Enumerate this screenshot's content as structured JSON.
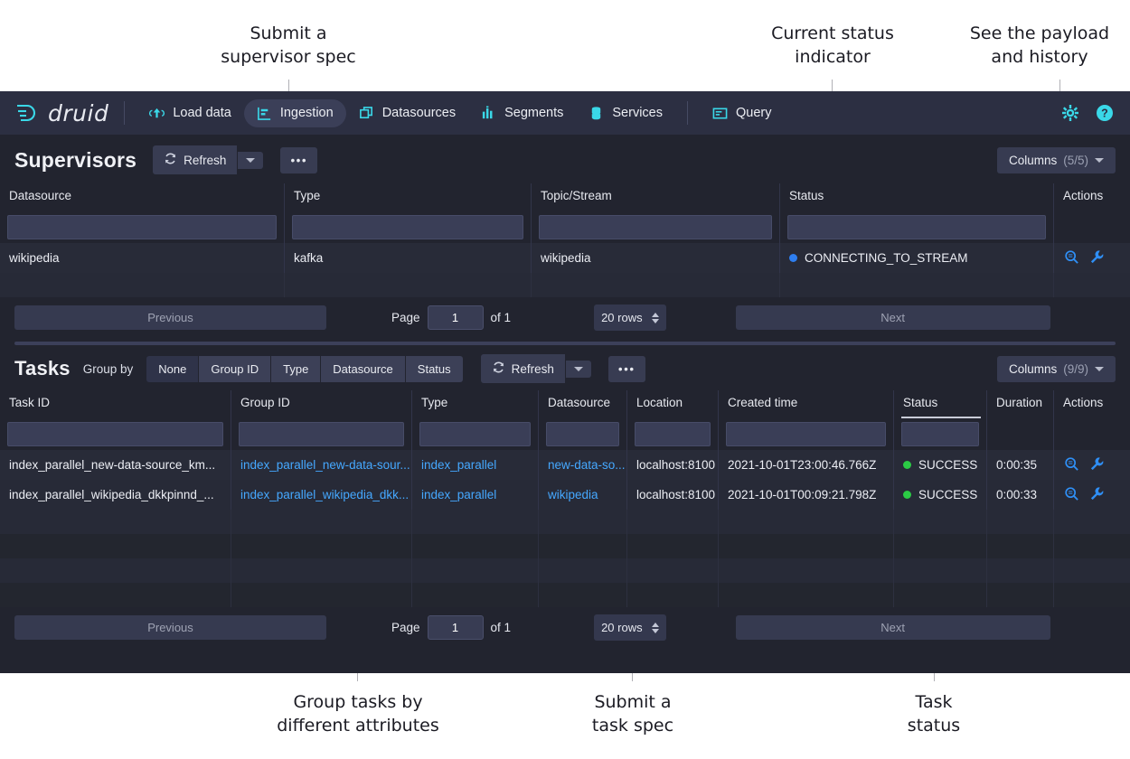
{
  "annotations": [
    {
      "id": "submit-supervisor-spec",
      "text": "Submit a\nsupervisor spec"
    },
    {
      "id": "current-status-indicator",
      "text": "Current status\nindicator"
    },
    {
      "id": "see-payload-history",
      "text": "See the payload\nand history"
    },
    {
      "id": "group-tasks",
      "text": "Group tasks by\ndifferent attributes"
    },
    {
      "id": "submit-task-spec",
      "text": "Submit a\ntask spec"
    },
    {
      "id": "task-status",
      "text": "Task\nstatus"
    }
  ],
  "navbar": {
    "brand": "druid",
    "items": [
      {
        "label": "Load data",
        "icon": "upload-cloud-icon",
        "active": false
      },
      {
        "label": "Ingestion",
        "icon": "ingestion-icon",
        "active": true
      },
      {
        "label": "Datasources",
        "icon": "datasources-icon",
        "active": false
      },
      {
        "label": "Segments",
        "icon": "segments-icon",
        "active": false
      },
      {
        "label": "Services",
        "icon": "services-icon",
        "active": false
      },
      {
        "label": "Query",
        "icon": "query-icon",
        "active": false
      }
    ],
    "settings_icon": "gear-icon",
    "help_icon": "help-icon"
  },
  "supervisors": {
    "title": "Supervisors",
    "refresh_label": "Refresh",
    "more_label": "•••",
    "columns_label": "Columns",
    "columns_count": "(5/5)",
    "headers": [
      "Datasource",
      "Type",
      "Topic/Stream",
      "Status",
      "Actions"
    ],
    "rows": [
      {
        "datasource": "wikipedia",
        "type": "kafka",
        "topic": "wikipedia",
        "status": "CONNECTING_TO_STREAM",
        "status_color": "#2e7ef0",
        "actions": [
          "magnify-icon",
          "wrench-icon"
        ]
      }
    ],
    "empty_rows": 1,
    "pager": {
      "previous": "Previous",
      "page_label": "Page",
      "page_value": "1",
      "of_label": "of 1",
      "rows_value": "20 rows",
      "next": "Next"
    }
  },
  "tasks": {
    "title": "Tasks",
    "groupby_label": "Group by",
    "groupby_options": [
      {
        "label": "None",
        "selected": true
      },
      {
        "label": "Group ID",
        "selected": false
      },
      {
        "label": "Type",
        "selected": false
      },
      {
        "label": "Datasource",
        "selected": false
      },
      {
        "label": "Status",
        "selected": false
      }
    ],
    "refresh_label": "Refresh",
    "more_label": "•••",
    "columns_label": "Columns",
    "columns_count": "(9/9)",
    "headers": [
      "Task ID",
      "Group ID",
      "Type",
      "Datasource",
      "Location",
      "Created time",
      "Status",
      "Duration",
      "Actions"
    ],
    "sorted_header": "Status",
    "rows": [
      {
        "task_id": "index_parallel_new-data-source_km...",
        "group_id": "index_parallel_new-data-sour...",
        "type": "index_parallel",
        "datasource": "new-data-so...",
        "location": "localhost:8100",
        "created_time": "2021-10-01T23:00:46.766Z",
        "status": "SUCCESS",
        "status_color": "#2bcb45",
        "duration": "0:00:35",
        "actions": [
          "magnify-icon",
          "wrench-icon"
        ]
      },
      {
        "task_id": "index_parallel_wikipedia_dkkpinnd_...",
        "group_id": "index_parallel_wikipedia_dkk...",
        "type": "index_parallel",
        "datasource": "wikipedia",
        "location": "localhost:8100",
        "created_time": "2021-10-01T00:09:21.798Z",
        "status": "SUCCESS",
        "status_color": "#2bcb45",
        "duration": "0:00:33",
        "actions": [
          "magnify-icon",
          "wrench-icon"
        ]
      }
    ],
    "empty_rows": 4,
    "pager": {
      "previous": "Previous",
      "page_label": "Page",
      "page_value": "1",
      "of_label": "of 1",
      "rows_value": "20 rows",
      "next": "Next"
    }
  },
  "colors": {
    "nav_bg": "#2c2f42",
    "app_bg": "#22242f",
    "accent_cyan": "#3ad8e8",
    "link_blue": "#45a8ff",
    "status_connecting": "#2e7ef0",
    "status_success": "#2bcb45"
  }
}
